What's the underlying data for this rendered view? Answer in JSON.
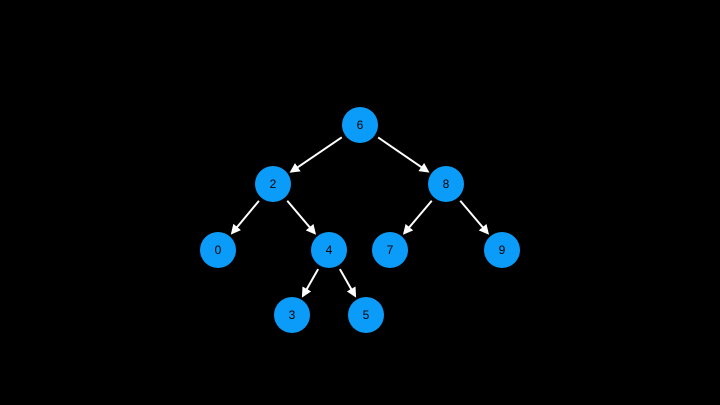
{
  "diagram": {
    "type": "binary-tree",
    "colors": {
      "background": "#000000",
      "node_fill": "#0a9cf8",
      "node_text": "#000000",
      "edge": "#ffffff"
    },
    "nodes": [
      {
        "id": "n6",
        "label": "6"
      },
      {
        "id": "n2",
        "label": "2"
      },
      {
        "id": "n8",
        "label": "8"
      },
      {
        "id": "n0",
        "label": "0"
      },
      {
        "id": "n4",
        "label": "4"
      },
      {
        "id": "n7",
        "label": "7"
      },
      {
        "id": "n9",
        "label": "9"
      },
      {
        "id": "n3",
        "label": "3"
      },
      {
        "id": "n5",
        "label": "5"
      }
    ],
    "edges": [
      {
        "from": "n6",
        "to": "n2"
      },
      {
        "from": "n6",
        "to": "n8"
      },
      {
        "from": "n2",
        "to": "n0"
      },
      {
        "from": "n2",
        "to": "n4"
      },
      {
        "from": "n8",
        "to": "n7"
      },
      {
        "from": "n8",
        "to": "n9"
      },
      {
        "from": "n4",
        "to": "n3"
      },
      {
        "from": "n4",
        "to": "n5"
      }
    ]
  }
}
